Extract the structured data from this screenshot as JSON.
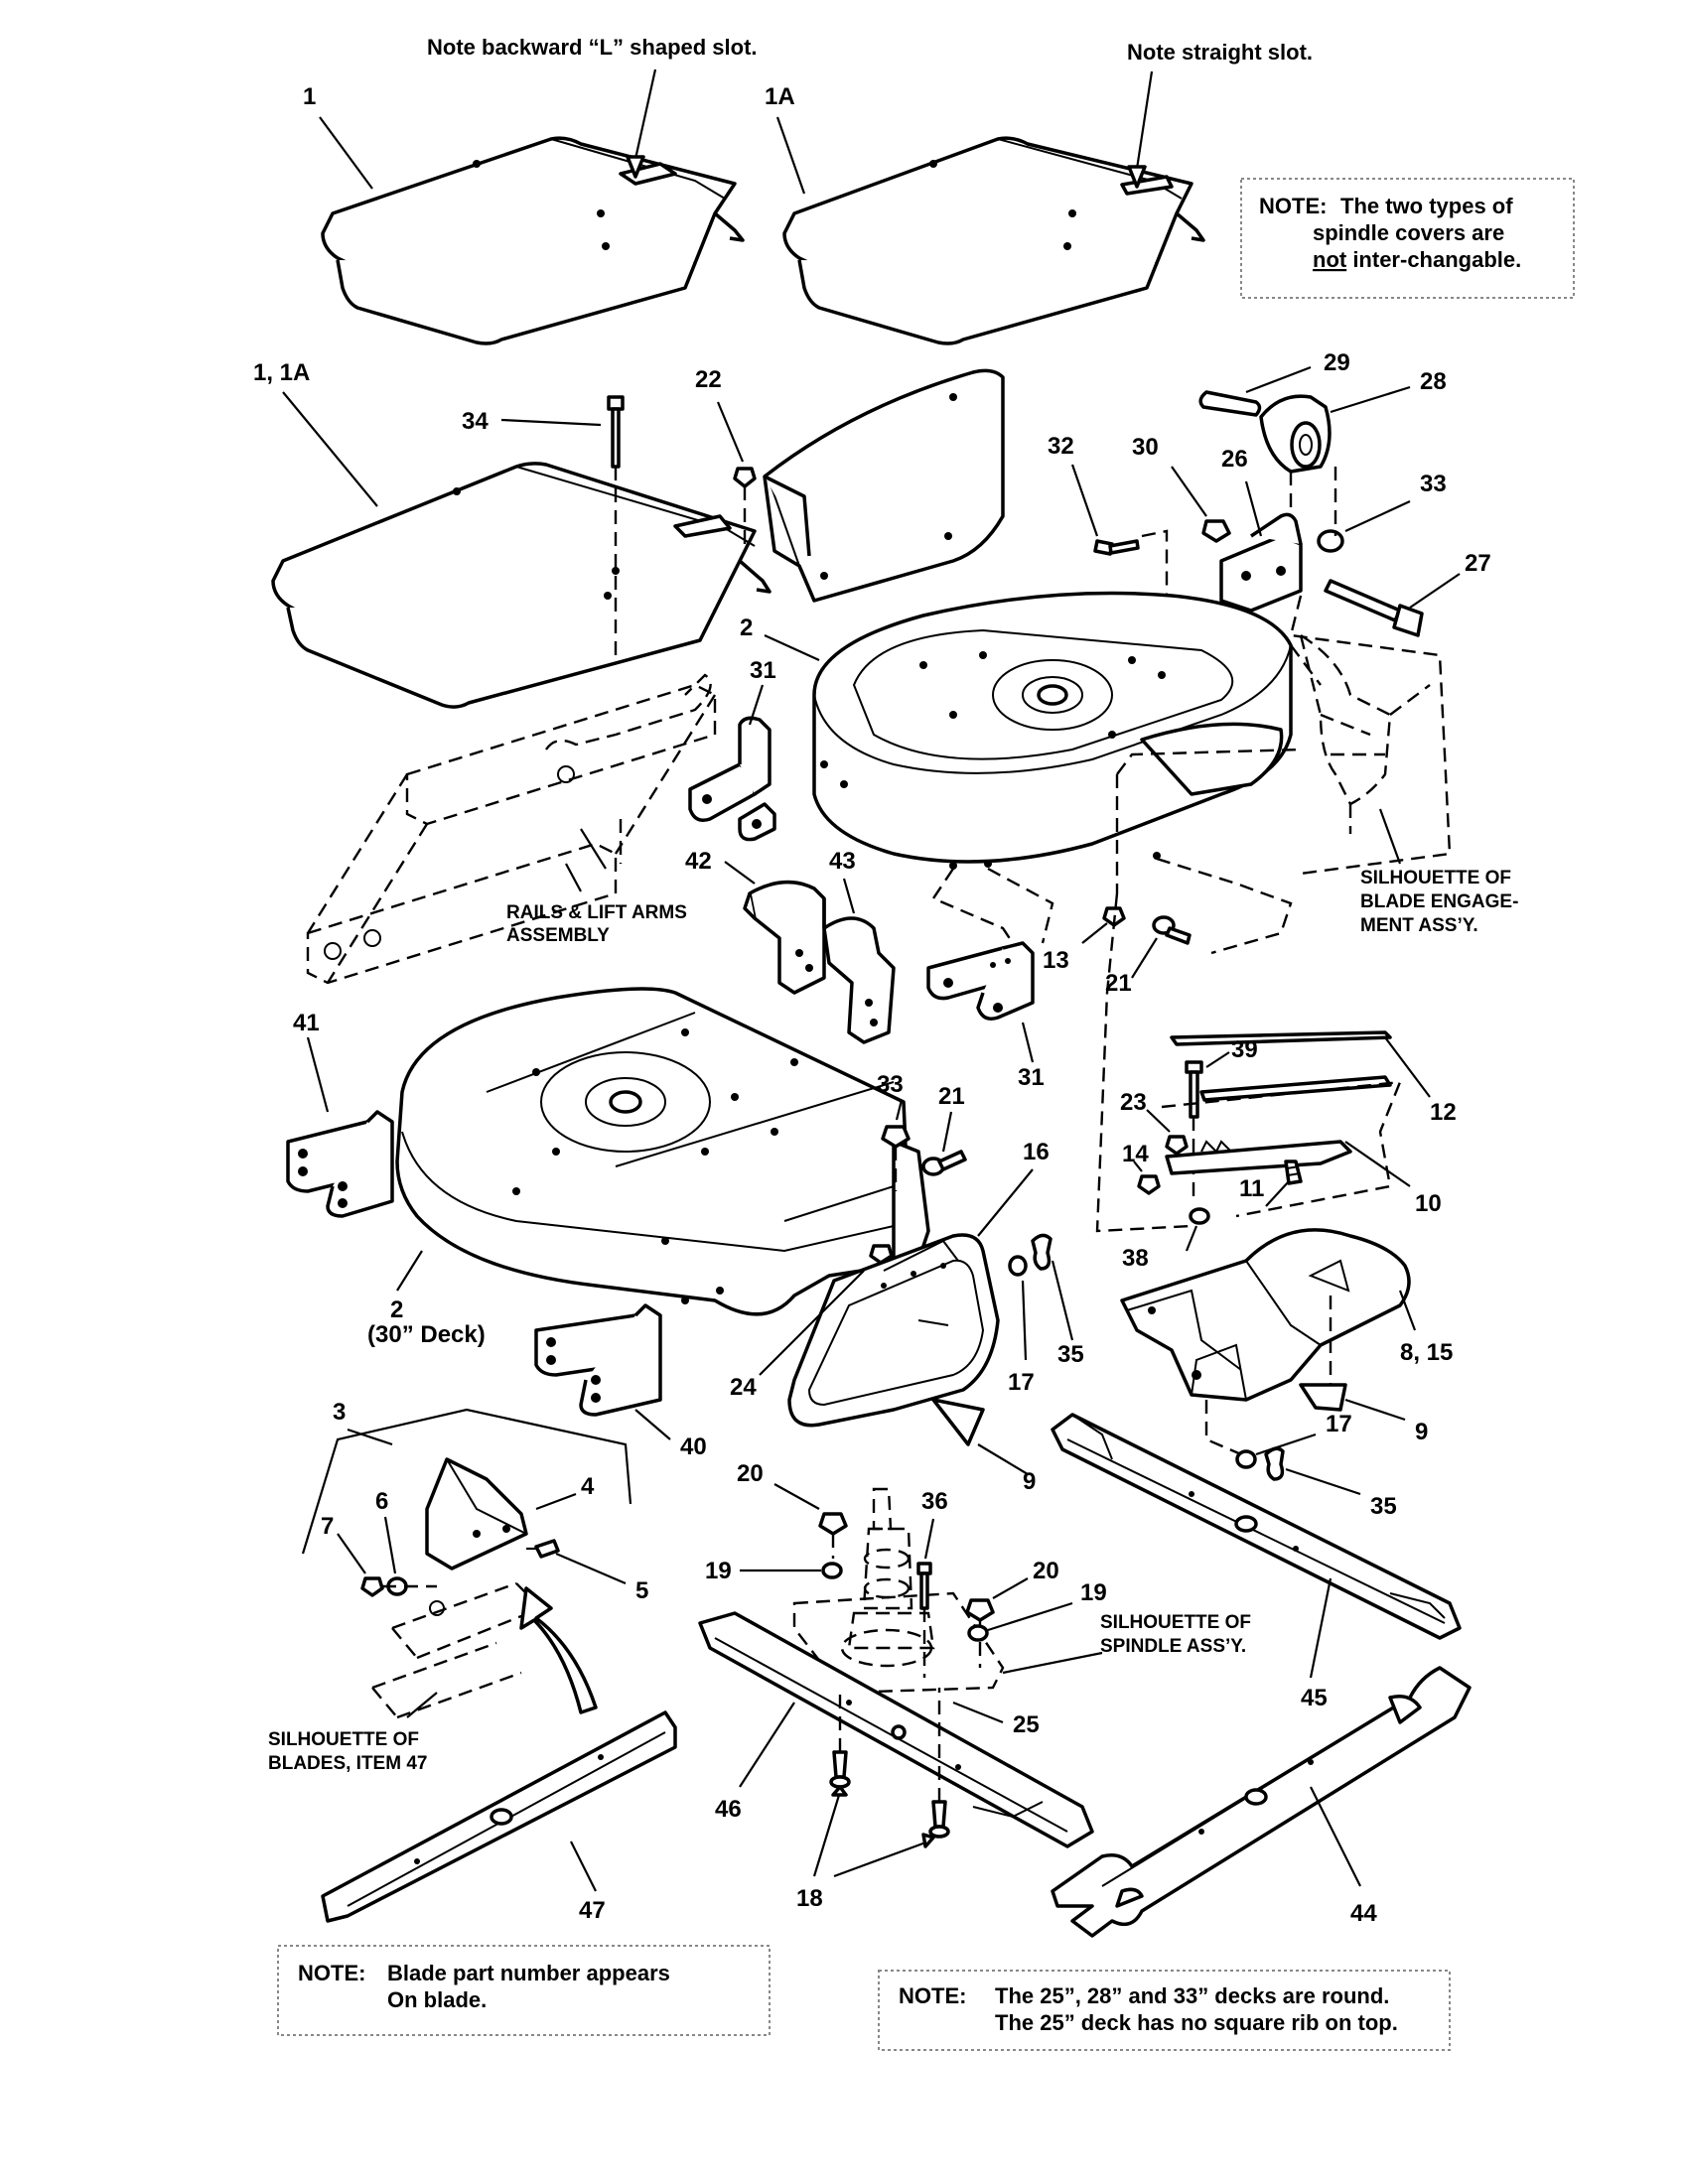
{
  "notes": {
    "top_left": "Note backward “L” shaped slot.",
    "top_right": "Note straight slot.",
    "spindle_note_title": "NOTE:",
    "spindle_note_l1": "The two types of",
    "spindle_note_l2": "spindle covers are",
    "spindle_note_l3a": "not",
    "spindle_note_l3b": " inter-changable.",
    "blade_note_title": "NOTE:",
    "blade_note_l1": "Blade part number appears",
    "blade_note_l2": "On blade.",
    "deck_note_title": "NOTE:",
    "deck_note_l1": "The 25”, 28” and 33” decks are round.",
    "deck_note_l2": "The 25” deck has no square rib on top."
  },
  "captions": {
    "rails": "RAILS & LIFT ARMS",
    "rails2": "ASSEMBLY",
    "blade_eng1": "SILHOUETTE OF",
    "blade_eng2": "BLADE ENGAGE-",
    "blade_eng3": "MENT ASS’Y.",
    "spindle1": "SILHOUETTE OF",
    "spindle2": "SPINDLE ASS’Y.",
    "blades47_1": "SILHOUETTE OF",
    "blades47_2": "BLADES, ITEM 47",
    "deck30": "(30” Deck)"
  },
  "callouts": [
    "1",
    "1A",
    "1, 1A",
    "2",
    "2",
    "3",
    "4",
    "5",
    "6",
    "7",
    "8, 15",
    "9",
    "9",
    "10",
    "11",
    "12",
    "13",
    "14",
    "16",
    "17",
    "17",
    "18",
    "19",
    "19",
    "20",
    "20",
    "21",
    "21",
    "22",
    "23",
    "24",
    "25",
    "26",
    "27",
    "28",
    "29",
    "30",
    "31",
    "31",
    "32",
    "33",
    "33",
    "34",
    "35",
    "35",
    "36",
    "38",
    "39",
    "40",
    "41",
    "42",
    "43",
    "44",
    "45",
    "46",
    "47"
  ]
}
